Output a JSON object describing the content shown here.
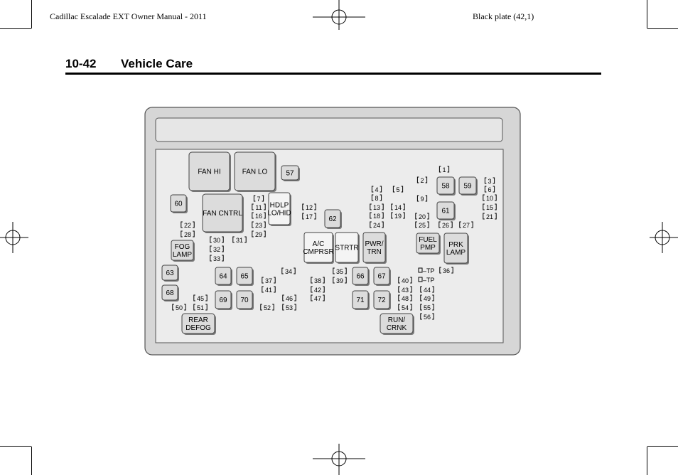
{
  "header": {
    "left": "Cadillac Escalade EXT Owner Manual - 2011",
    "right": "Black plate (42,1)"
  },
  "section": {
    "number": "10-42",
    "title": "Vehicle Care"
  },
  "fuse_block": {
    "large_relays": [
      "FAN HI",
      "FAN LO",
      "FAN CNTRL"
    ],
    "relay_labels": [
      "HDLP LO/HID",
      "A/C CMPRSR",
      "STRTR",
      "PWR/ TRN",
      "FUEL PMP",
      "PRK LAMP",
      "FOG LAMP",
      "REAR DEFOG",
      "RUN/ CRNK"
    ],
    "relay_numbers": [
      "57",
      "60",
      "62",
      "58",
      "59",
      "61",
      "63",
      "68",
      "64",
      "65",
      "69",
      "70",
      "66",
      "67",
      "71",
      "72"
    ],
    "fuses": [
      "1",
      "2",
      "3",
      "4",
      "5",
      "6",
      "7",
      "8",
      "9",
      "10",
      "11",
      "12",
      "13",
      "14",
      "15",
      "16",
      "17",
      "18",
      "19",
      "20",
      "21",
      "22",
      "23",
      "24",
      "25",
      "26",
      "27",
      "28",
      "29",
      "30",
      "31",
      "32",
      "33",
      "34",
      "35",
      "36",
      "37",
      "38",
      "39",
      "40",
      "41",
      "42",
      "43",
      "44",
      "45",
      "46",
      "47",
      "48",
      "49",
      "50",
      "51",
      "52",
      "53",
      "54",
      "55",
      "56"
    ],
    "tp_labels": [
      "–TP",
      "–TP"
    ]
  }
}
